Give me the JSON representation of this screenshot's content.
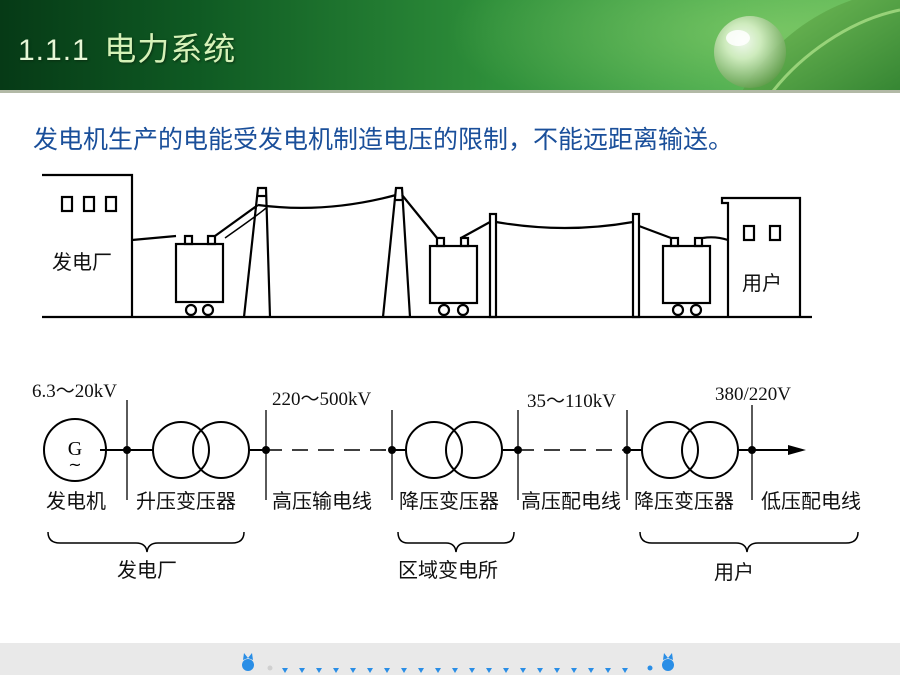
{
  "slide": {
    "title_number": "1.1.1",
    "title_text": "电力系统",
    "subtitle": "发电机生产的电能受发电机制造电压的限制，不能远距离输送。"
  },
  "illustration": {
    "plant_label": "发电厂",
    "user_label": "用户"
  },
  "schematic": {
    "voltages": [
      "6.3～20kV",
      "220～500kV",
      "35～110kV",
      "380/220V"
    ],
    "generator_symbol": "G",
    "generator_tilde": "~",
    "components": [
      "发电机",
      "升压变压器",
      "高压输电线",
      "降压变压器",
      "高压配电线",
      "降压变压器",
      "低压配电线"
    ],
    "groups": [
      "发电厂",
      "区域变电所",
      "用户"
    ]
  },
  "colors": {
    "header_dark": "#063a16",
    "header_light": "#58b553",
    "title_text": "#d6f2b8",
    "subtitle_text": "#1a4f9a",
    "footer_deco": "#2a8ee6"
  }
}
